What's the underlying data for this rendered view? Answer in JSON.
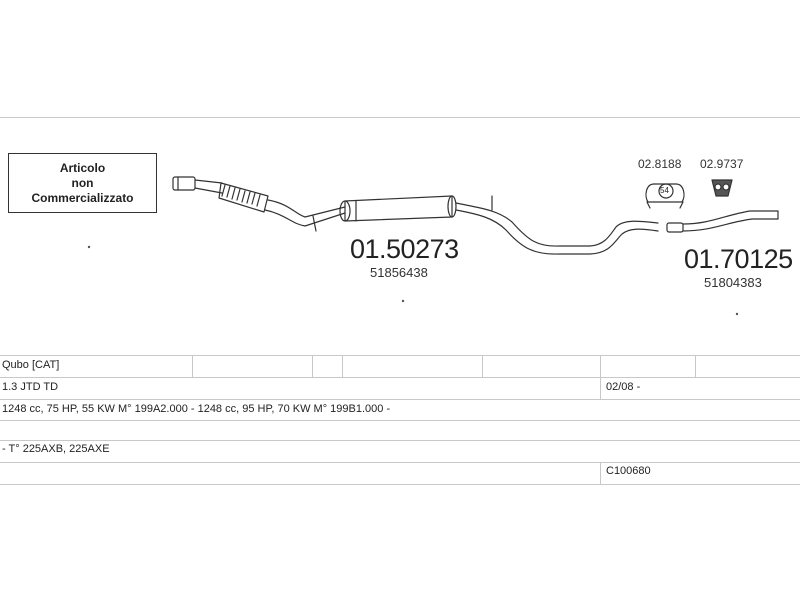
{
  "note_box": {
    "line1": "Articolo",
    "line2": "non",
    "line3": "Commercializzato"
  },
  "parts": {
    "main": {
      "code": "01.50273",
      "ref": "51856438"
    },
    "rear": {
      "code": "01.70125",
      "ref": "51804383"
    },
    "clamp": {
      "code": "02.8188",
      "size": "54"
    },
    "hanger": {
      "code": "02.9737"
    }
  },
  "table": {
    "model": "Qubo  [CAT]",
    "engine": "1.3 JTD TD",
    "date": "02/08 -",
    "specs": "1248 cc, 75 HP, 55 KW M° 199A2.000 - 1248 cc, 95 HP, 70 KW M° 199B1.000 -",
    "types": "- T° 225AXB, 225AXE",
    "catalog": "C100680"
  }
}
